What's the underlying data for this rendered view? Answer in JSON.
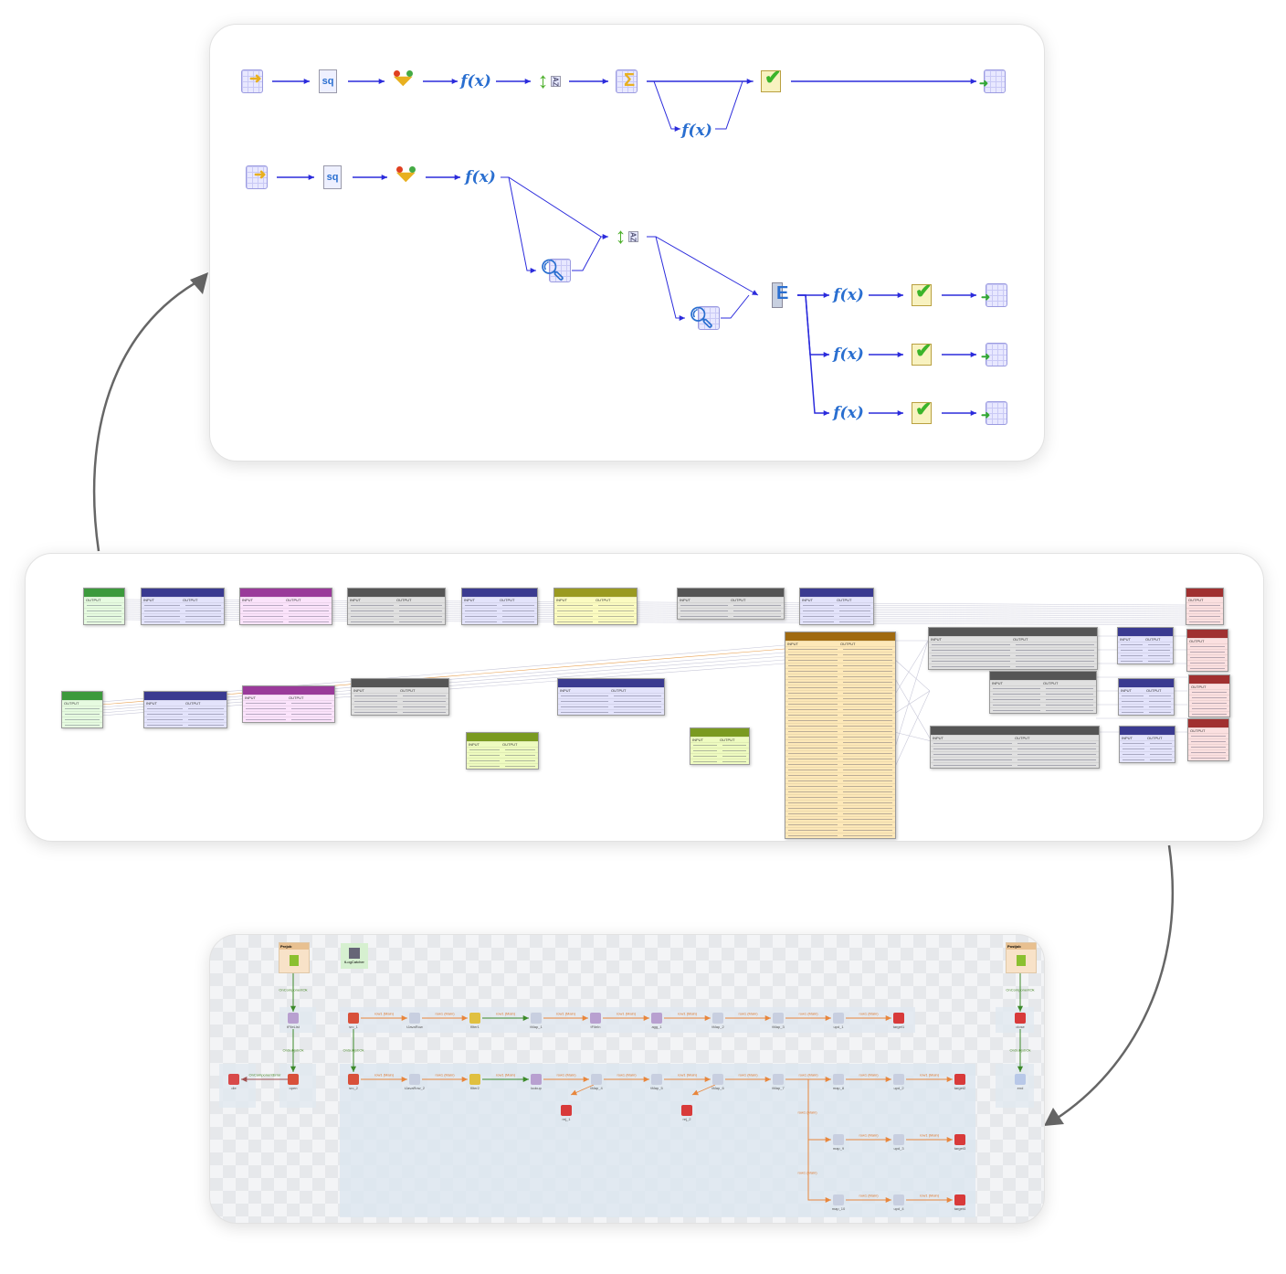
{
  "colors": {
    "flow_edge": "#2b2bdc",
    "talend_edge": "#e8863c",
    "trigger_edge": "#3c8a2a",
    "connector_arrow": "#666666"
  },
  "top_panel": {
    "row1": [
      "source",
      "sql",
      "filter",
      "expression",
      "sorter",
      "aggregator",
      "update-strategy",
      "target"
    ],
    "row1_branch": "expression",
    "row2": [
      "source",
      "sql",
      "filter",
      "expression",
      "lookup",
      "sorter",
      "lookup",
      "router"
    ],
    "row2_outputs": [
      [
        "expression",
        "update-strategy",
        "target"
      ],
      [
        "expression",
        "update-strategy",
        "target"
      ],
      [
        "expression",
        "update-strategy",
        "target"
      ]
    ],
    "labels": {
      "sql": "sq",
      "expression": "f(x)",
      "sort_letters": "AZ"
    }
  },
  "middle_panel": {
    "input_header": "INPUT",
    "output_header": "OUTPUT"
  },
  "bottom_panel": {
    "prejob": "Prejob",
    "postjob": "Postjob",
    "logcatcher": "tLogCatcher",
    "triggers": {
      "component_ok": "OnComponentOk",
      "subjob_ok": "OnSubjobOk",
      "component_error": "OnComponentError"
    },
    "row1": [
      "tFileList",
      "src_1",
      "tJavaRow",
      "filter1",
      "tMap_1",
      "tFileIn",
      "agg_1",
      "tMap_2",
      "tMap_3",
      "upd_1",
      "target1"
    ],
    "row2": [
      "die",
      "open",
      "src_2",
      "tJavaRow_2",
      "filter2",
      "lookup",
      "tMap_4",
      "tMap_5",
      "tMap_6",
      "tMap_7",
      "map_8",
      "upd_2",
      "target2"
    ],
    "row3": [
      "map_9",
      "upd_3",
      "target3"
    ],
    "row4": [
      "map_10",
      "upd_4",
      "target4"
    ],
    "rejects": [
      "rej_1",
      "rej_2"
    ],
    "postjob_nodes": [
      "close",
      "end"
    ],
    "edge_label": "row1 (Main)"
  }
}
